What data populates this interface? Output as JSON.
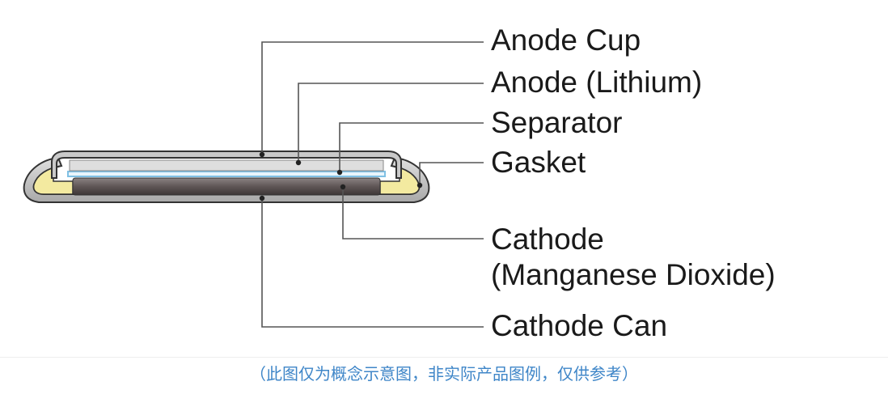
{
  "diagram": {
    "labels": {
      "anode_cup": "Anode Cup",
      "anode_lithium": "Anode (Lithium)",
      "separator": "Separator",
      "gasket": "Gasket",
      "cathode_line1": "Cathode",
      "cathode_line2": "(Manganese Dioxide)",
      "cathode_can": "Cathode Can"
    },
    "colors": {
      "can_metal": "#c7c7c7",
      "gasket": "#f3eaa0",
      "anode": "#dedede",
      "separator": "#a8d4ec",
      "cathode": "#5f5656",
      "leader_line": "#555555",
      "label_text": "#1a1a1a"
    }
  },
  "caption": {
    "text": "（此图仅为概念示意图，非实际产品图例，仅供参考）",
    "color": "#3f86c8"
  }
}
